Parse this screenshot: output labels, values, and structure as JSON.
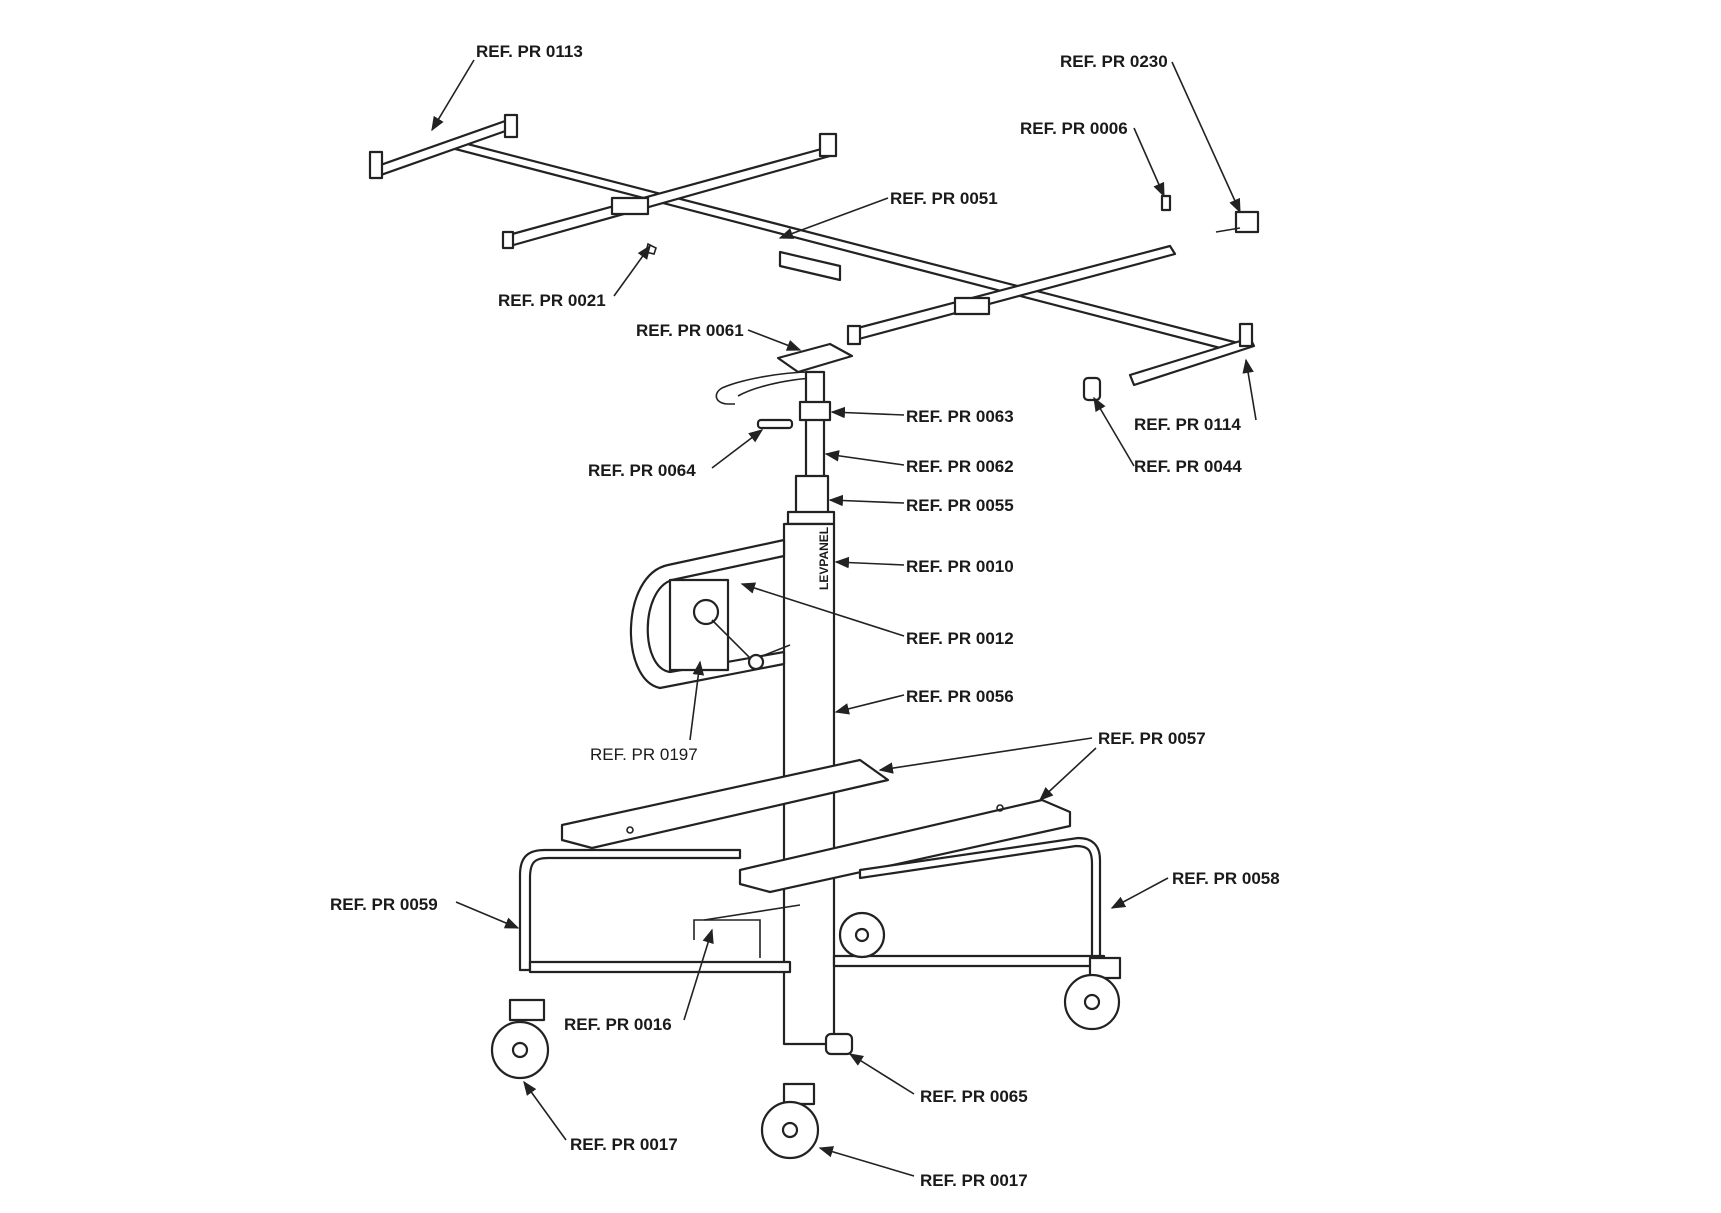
{
  "diagram": {
    "labels": {
      "pr0113": "REF. PR 0113",
      "pr0230": "REF. PR 0230",
      "pr0006": "REF. PR 0006",
      "pr0051": "REF. PR 0051",
      "pr0021": "REF. PR 0021",
      "pr0061": "REF. PR 0061",
      "pr0063": "REF. PR 0063",
      "pr0114": "REF. PR 0114",
      "pr0064": "REF. PR 0064",
      "pr0062": "REF. PR 0062",
      "pr0044": "REF. PR 0044",
      "pr0055": "REF. PR 0055",
      "pr0010": "REF. PR 0010",
      "pr0012": "REF. PR 0012",
      "pr0056": "REF. PR 0056",
      "pr0197": "REF. PR 0197",
      "pr0057": "REF. PR 0057",
      "pr0058": "REF. PR 0058",
      "pr0059": "REF. PR 0059",
      "pr0016": "REF. PR 0016",
      "pr0065": "REF. PR 0065",
      "pr0017a": "REF. PR 0017",
      "pr0017b": "REF. PR 0017"
    },
    "brand_text": "LEVPANEL"
  }
}
